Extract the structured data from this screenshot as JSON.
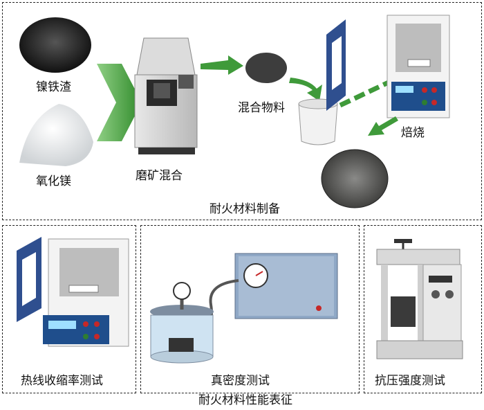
{
  "preparation": {
    "title": "耐火材料制备",
    "labels": {
      "slag": "镍铁渣",
      "magnesia": "氧化镁",
      "grinding": "磨矿混合",
      "mixed": "混合物料",
      "firing": "焙烧"
    }
  },
  "characterization": {
    "title": "耐火材料性能表征",
    "panels": [
      {
        "label": "热线收缩率测试"
      },
      {
        "label": "真密度测试"
      },
      {
        "label": "抗压强度测试"
      }
    ]
  },
  "colors": {
    "arrow_green": "#3f9a3a",
    "furnace_blue": "#2f4f8f",
    "panel_blue": "#1f4e8c",
    "dash": "#222222"
  }
}
